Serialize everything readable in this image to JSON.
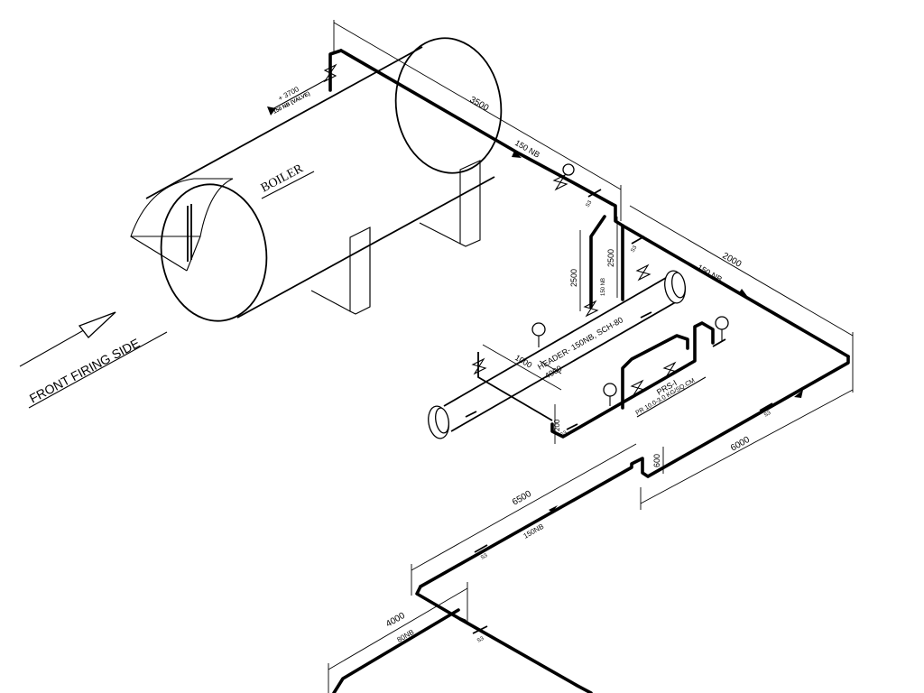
{
  "labels": {
    "boiler": "BOILER",
    "front_firing_side": "FRONT FIRING SIDE",
    "elevation": "+ 3700",
    "outlet_valve": "150 NB (VALVE)",
    "header": "HEADER- 150NB, SCH-80",
    "prs_name": "PRS-I",
    "prs_range": "PR 10.0-3.0 KG/SQ.CM",
    "nb_vertical": "150 NB"
  },
  "dimensions": {
    "d3500": "3500",
    "d2000": "2000",
    "d2500_left": "2500",
    "d2500_right": "2500",
    "d1000": "1000",
    "d4000_header": "4000",
    "d200": "200",
    "d600": "600",
    "d6000": "6000",
    "d6500": "6500",
    "d4000_lower": "4000"
  },
  "pipe_sizes": {
    "nb150_top": "150 NB",
    "nb150_right": "150 NB",
    "nb150_mid": "150NB",
    "nb80": "80NB"
  },
  "support_tags": {
    "s1": "S3",
    "s2": "S3",
    "s3": "S3",
    "s4": "S3",
    "s5": "S3",
    "s6": "S3"
  }
}
